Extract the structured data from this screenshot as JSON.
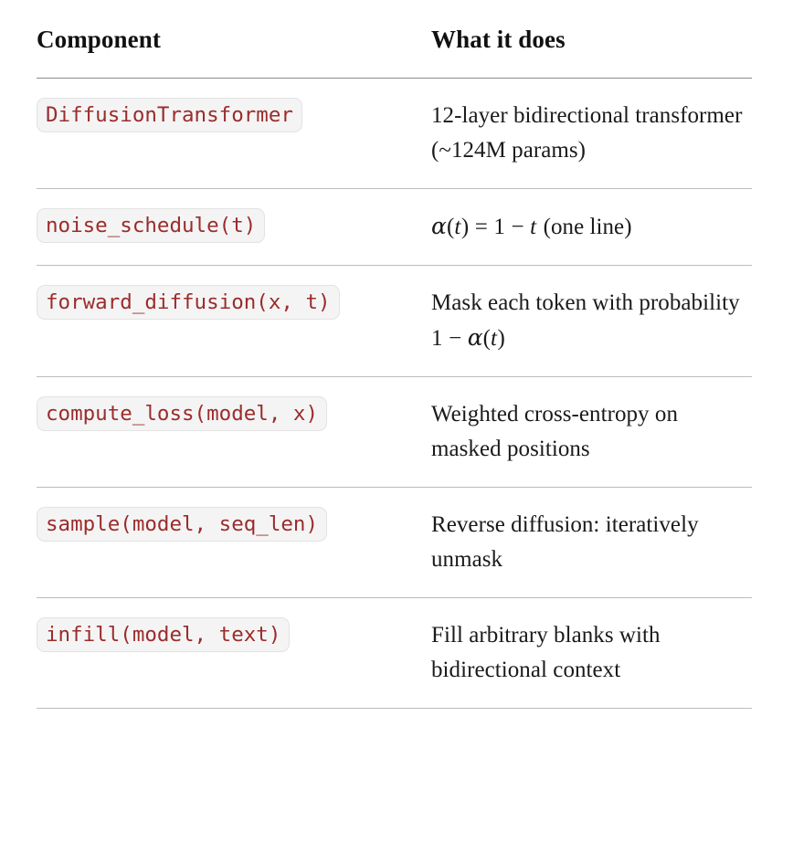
{
  "table": {
    "headers": {
      "component": "Component",
      "what_it_does": "What it does"
    },
    "rows": [
      {
        "component_code": "DiffusionTransformer",
        "description_text": "12-layer bidirectional transformer (~124M params)",
        "description_has_math": false
      },
      {
        "component_code": "noise_schedule(t)",
        "description_text": "α(t) = 1 − t (one line)",
        "description_has_math": true,
        "math": {
          "alpha": "α",
          "open_paren": "(",
          "var_t": "t",
          "close_paren": ")",
          "equals": "=",
          "one": "1",
          "minus": "−",
          "var_t2": "t",
          "trailing_text": "(one line)"
        }
      },
      {
        "component_code": "forward_diffusion(x, t)",
        "description_text": "Mask each token with probability 1 − α(t)",
        "description_has_math": true,
        "prefix_text": "Mask each token with probability",
        "math": {
          "one": "1",
          "minus": "−",
          "alpha": "α",
          "open_paren": "(",
          "var_t": "t",
          "close_paren": ")"
        }
      },
      {
        "component_code": "compute_loss(model, x)",
        "description_text": "Weighted cross-entropy on masked positions",
        "description_has_math": false
      },
      {
        "component_code": "sample(model, seq_len)",
        "description_text": "Reverse diffusion: iteratively unmask",
        "description_has_math": false
      },
      {
        "component_code": "infill(model, text)",
        "description_text": "Fill arbitrary blanks with bidirectional context",
        "description_has_math": false
      }
    ]
  },
  "colors": {
    "code_text": "#9b2c2c",
    "code_background": "#f4f4f4",
    "code_border": "#e3e3e3",
    "body_text": "#1a1a1a",
    "header_rule": "#8a8a8a",
    "row_rule": "#bcbcbc",
    "page_background": "#ffffff"
  }
}
